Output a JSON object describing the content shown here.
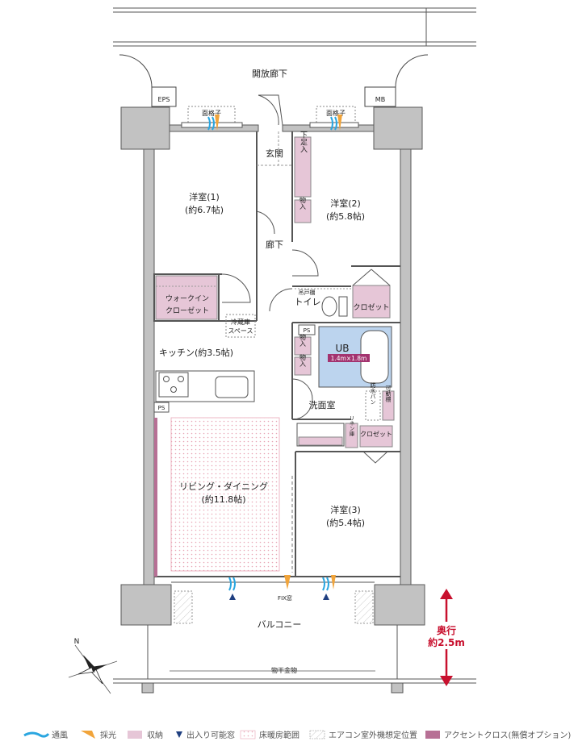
{
  "colors": {
    "wall": "#c2c2c2",
    "wall_stroke": "#5a5a5a",
    "storage": "#e6c6d7",
    "accent_cross": "#b77095",
    "floor_heating": "#e8a6b6",
    "wind": "#2aa6e0",
    "light": "#f1a43a",
    "entry_mark": "#1f3f80",
    "ub_label": "#a3336f",
    "depth_arrow": "#c8102e"
  },
  "labels": {
    "corridor": "開放廊下",
    "eps": "EPS",
    "mb": "MB",
    "lattice_left": "面格子",
    "lattice_right": "面格子",
    "entrance": "玄関",
    "shoe_storage": "下足入",
    "storage_entry": "物入",
    "hallway": "廊下",
    "room1_name": "洋室(1)",
    "room1_size": "(約6.7帖)",
    "room2_name": "洋室(2)",
    "room2_size": "(約5.8帖)",
    "room3_name": "洋室(3)",
    "room3_size": "(約5.4帖)",
    "walkin_1": "ウォークイン",
    "walkin_2": "クローゼット",
    "fridge_1": "冷蔵庫",
    "fridge_2": "スペース",
    "kitchen": "キッチン(約3.5帖)",
    "toilet": "トイレ",
    "hanging_shelf": "吊戸棚",
    "closet_r2": "クロゼット",
    "ps_top": "PS",
    "ps_left": "PS",
    "storage_mid1": "物入",
    "storage_mid2": "物入",
    "ub": "UB",
    "ub_size": "1.4m×1.8m",
    "washroom": "洗面室",
    "waterproof_pan": "防水パン",
    "movable_shelf": "可動棚",
    "linen": "リネン庫",
    "closet_r3": "クロゼット",
    "living": "リビング・ダイニング",
    "living_size": "(約11.8帖)",
    "fix_window": "FIX窓",
    "balcony": "バルコニー",
    "drying_hardware": "物干金物",
    "depth_1": "奥行",
    "depth_2": "約2.5m",
    "north": "N"
  },
  "legend": [
    {
      "icon": "wind-icon",
      "label": "通風"
    },
    {
      "icon": "light-icon",
      "label": "採光"
    },
    {
      "icon": "storage-swatch",
      "label": "収納"
    },
    {
      "icon": "entry-triangle-icon",
      "label": "出入り可能窓"
    },
    {
      "icon": "floor-heating-swatch",
      "label": "床暖房範囲"
    },
    {
      "icon": "ac-position-swatch",
      "label": "エアコン室外機想定位置"
    },
    {
      "icon": "accent-cross-swatch",
      "label": "アクセントクロス(無償オプション)"
    }
  ]
}
